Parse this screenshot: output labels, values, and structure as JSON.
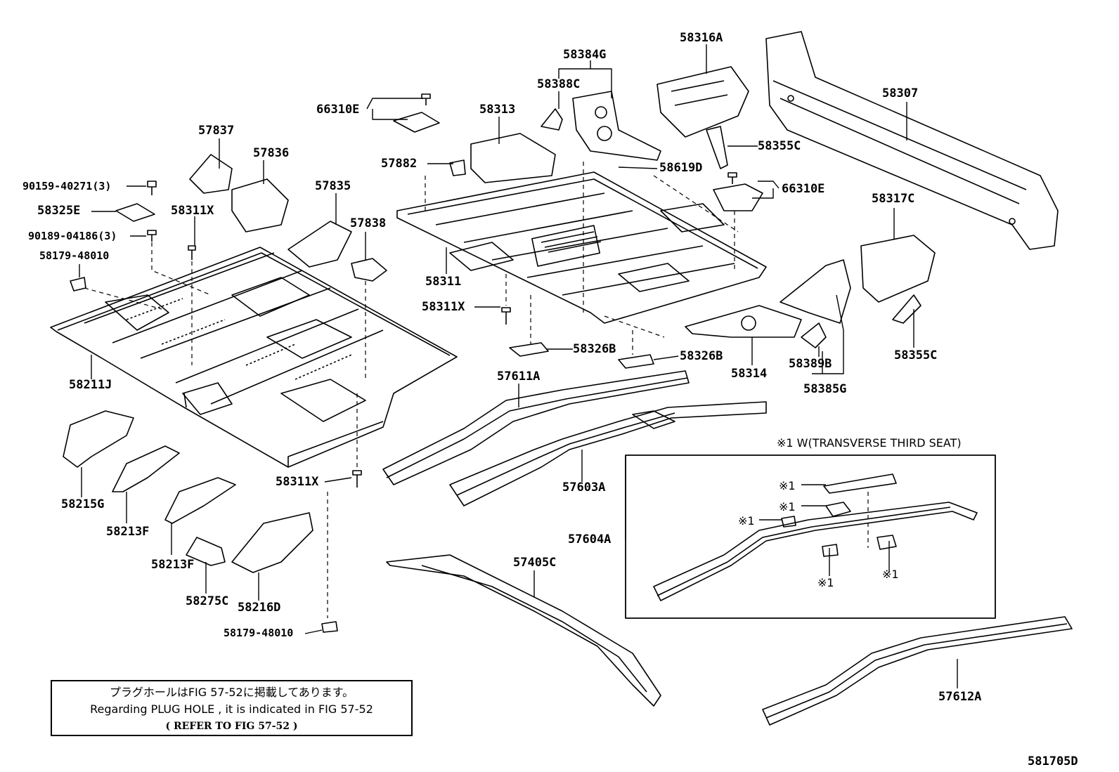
{
  "labels": {
    "p58316A": "58316A",
    "p58384G": "58384G",
    "p58388C": "58388C",
    "p58307": "58307",
    "p66310E_a": "66310E",
    "p58313": "58313",
    "p58355C_a": "58355C",
    "p57837": "57837",
    "p57836": "57836",
    "p57882": "57882",
    "p58619D": "58619D",
    "p90159": "90159-40271(3)",
    "p66310E_b": "66310E",
    "p58325E": "58325E",
    "p58311X_a": "58311X",
    "p57835": "57835",
    "p58317C": "58317C",
    "p90189": "90189-04186(3)",
    "p57838": "57838",
    "p58179_a": "58179-48010",
    "p58311": "58311",
    "p58311X_b": "58311X",
    "p58326B_a": "58326B",
    "p58326B_b": "58326B",
    "p58355C_b": "58355C",
    "p58314": "58314",
    "p58389B": "58389B",
    "p58385G": "58385G",
    "p57611A": "57611A",
    "p58211J": "58211J",
    "p57603A": "57603A",
    "p58311X_c": "58311X",
    "p58215G": "58215G",
    "p58213F_a": "58213F",
    "p57604A": "57604A",
    "p57405C": "57405C",
    "p58213F_b": "58213F",
    "p58275C": "58275C",
    "p58216D": "58216D",
    "p58179_b": "58179-48010",
    "p57612A": "57612A",
    "s1a": "※1",
    "s1b": "※1",
    "s1c": "※1",
    "s1d": "※1",
    "s1e": "※1",
    "figno": "581705D"
  },
  "inset_caption": "※1 W(TRANSVERSE THIRD SEAT)",
  "note": {
    "line1": "プラグホールはFIG 57-52に掲載してあります。",
    "line2": "Regarding PLUG HOLE , it is indicated in FIG 57-52",
    "line3": "( REFER TO FIG 57-52 )"
  }
}
